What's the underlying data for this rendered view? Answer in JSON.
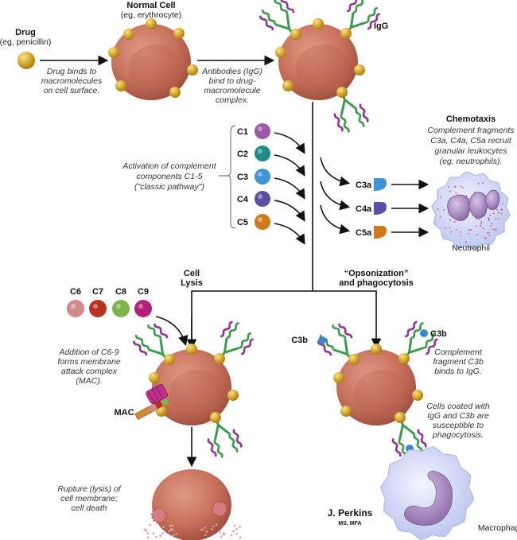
{
  "drug": {
    "title": "Drug",
    "subtitle": "(eg, penicillin)"
  },
  "step1_caption": [
    "Drug binds to",
    "macromolecules",
    "on cell surface."
  ],
  "normal_cell": {
    "title": "Normal Cell",
    "subtitle": "(eg, erythrocyte)"
  },
  "step2_caption": [
    "Antibodies (IgG)",
    "bind to drug-",
    "macromolecule",
    "complex."
  ],
  "igg_label": "IgG",
  "complement": {
    "components": [
      {
        "label": "C1",
        "color": "#9b5aa8"
      },
      {
        "label": "C2",
        "color": "#1f8a86"
      },
      {
        "label": "C3",
        "color": "#3f93d6"
      },
      {
        "label": "C4",
        "color": "#5a4fa5"
      },
      {
        "label": "C5",
        "color": "#d07a1c"
      }
    ],
    "caption": [
      "Activation of complement",
      "components C1-5",
      "(\"classic pathway\")"
    ]
  },
  "fragments": [
    {
      "label": "C3a",
      "color": "#3f93d6"
    },
    {
      "label": "C4a",
      "color": "#5a4fa5"
    },
    {
      "label": "C5a",
      "color": "#d07a1c"
    }
  ],
  "chemotaxis": {
    "title": "Chemotaxis",
    "caption": [
      "Complement fragments",
      "C3a, C4a, C5a recruit",
      "granular leukocytes",
      "(eg, neutrophils)."
    ],
    "neutrophil_label": "Neutrophil"
  },
  "lysis_branch": {
    "title": [
      "Cell",
      "Lysis"
    ],
    "components": [
      {
        "label": "C6",
        "color": "#d08a8a"
      },
      {
        "label": "C7",
        "color": "#b8321f"
      },
      {
        "label": "C8",
        "color": "#7cb54a"
      },
      {
        "label": "C9",
        "color": "#b5217a"
      }
    ],
    "mac_caption": [
      "Addition of C6-9",
      "forms membrane",
      "attack complex",
      "(MAC)."
    ],
    "mac_label": "MAC",
    "rupture_caption": [
      "Rupture (lysis) of",
      "cell membrane;",
      "cell death"
    ]
  },
  "opsonization_branch": {
    "title": [
      "“Opsonization”",
      "and phagocytosis"
    ],
    "c3b_label": "C3b",
    "c3b_caption": [
      "Complement",
      "fragment C3b",
      "binds to IgG."
    ],
    "coated_caption": [
      "Cells coated with",
      "IgG and C3b are",
      "susceptible to",
      "phagocytosis."
    ],
    "macrophage_label": "Macrophage"
  },
  "signature": {
    "name": "J. Perkins",
    "credentials": "MS, MFA"
  },
  "colors": {
    "rbc": "#c8705c",
    "drug": "#d9a21a",
    "igg_heavy": "#3e9a4c",
    "igg_light": "#8e3a94",
    "c3b": "#3f86c8"
  }
}
